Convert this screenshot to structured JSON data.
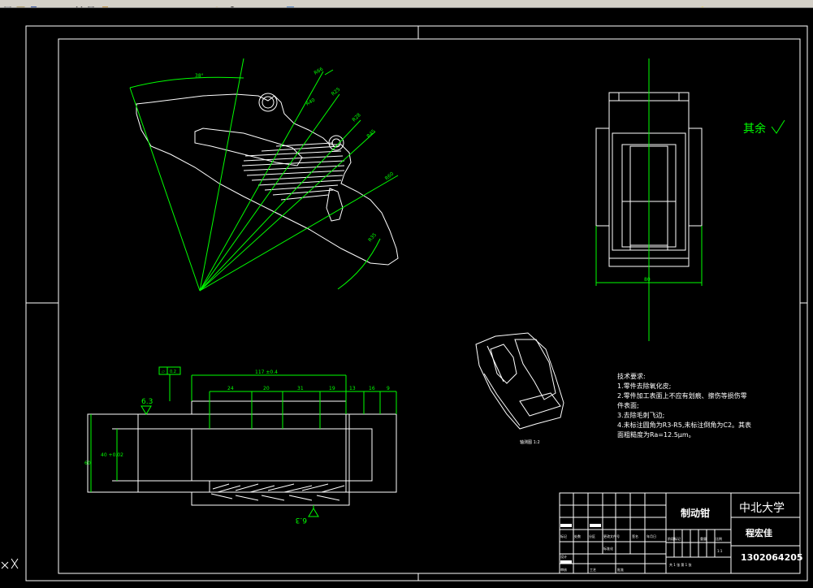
{
  "app": {
    "toolbar_icons": [
      "new-icon",
      "open-icon",
      "save-icon",
      "print-icon",
      "cut-icon",
      "copy-icon",
      "paste-icon",
      "undo-icon",
      "redo-icon",
      "pan-icon",
      "zoom-icon",
      "properties-icon",
      "layer-icon",
      "help-icon"
    ]
  },
  "drawing": {
    "colors": {
      "background": "#000000",
      "lines": "#ffffff",
      "dimensions": "#00ff00"
    },
    "top_view": {
      "angle_label": "38°",
      "leaders": [
        "R66",
        "R40",
        "R25",
        "R28",
        "R45",
        "R60",
        "R35"
      ]
    },
    "side_view": {
      "width_label": "80",
      "roughness_note": "其余"
    },
    "front_view": {
      "tolerance_frame": [
        "0.2"
      ],
      "overall_dim": "117 ±0.4",
      "dims": [
        "24",
        "20",
        "31",
        "19",
        "13",
        "16",
        "9"
      ],
      "height_dim": "60",
      "hole_dim": "40 +0.02",
      "roughness_top": "6.3",
      "roughness_bottom": "6.3"
    },
    "iso_view": {
      "caption": "轴测图 1:2"
    },
    "tech_notes": {
      "title": "技术要求:",
      "lines": [
        "1.零件去除氧化皮;",
        "2.零件加工表面上不应有划痕、擦伤等损伤零",
        "件表面;",
        "3.去除毛刺飞边;",
        "4.未标注圆角为R3-R5,未标注倒角为C2。其表",
        "面粗糙度为Ra=12.5μm。"
      ]
    },
    "title_block": {
      "part_name": "制动钳",
      "school": "中北大学",
      "author": "程宏佳",
      "student_id": "1302064205",
      "scale_labels": [
        "阶段标记",
        "重量",
        "比例"
      ],
      "sheet_label": "共 1 张 第 1 张",
      "row_labels": [
        "标记",
        "处数",
        "分区",
        "更改文件号",
        "签名",
        "年月日"
      ],
      "role_labels": [
        "设计",
        "标准化",
        "审核",
        "工艺",
        "批准"
      ],
      "scale_value": "1:1"
    }
  }
}
